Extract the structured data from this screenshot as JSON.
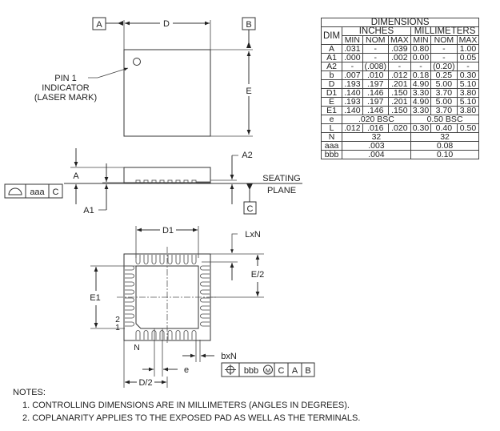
{
  "top_view": {
    "datum_a": "A",
    "datum_b": "B",
    "dim_d": "D",
    "dim_e": "E",
    "pin1_label_lines": [
      "PIN 1",
      "INDICATOR",
      "(LASER MARK)"
    ]
  },
  "side_view": {
    "dim_a": "A",
    "dim_a1": "A1",
    "dim_a2": "A2",
    "seating_plane_lines": [
      "SEATING",
      "PLANE"
    ],
    "datum_c": "C",
    "flatness_frame": {
      "symbol": "flatness-symbol",
      "tolerance": "aaa",
      "datum": "C"
    }
  },
  "bottom_view": {
    "dim_d1": "D1",
    "dim_lxn": "LxN",
    "dim_e2": "E/2",
    "dim_e1": "E1",
    "pin_label_2": "2",
    "pin_label_1": "1",
    "pin_label_n": "N",
    "dim_bxn": "bxN",
    "dim_e_pitch": "e",
    "dim_d2": "D/2",
    "position_frame": {
      "symbol": "position-symbol",
      "tolerance": "bbb",
      "modifier": "M",
      "datums": [
        "C",
        "A",
        "B"
      ]
    }
  },
  "dimensions_table": {
    "title": "DIMENSIONS",
    "col_dim": "DIM",
    "group_inches": "INCHES",
    "group_mm": "MILLIMETERS",
    "sub_headers": [
      "MIN",
      "NOM",
      "MAX",
      "MIN",
      "NOM",
      "MAX"
    ],
    "rows": [
      {
        "dim": "A",
        "in": [
          ".031",
          "-",
          ".039"
        ],
        "mm": [
          "0.80",
          "-",
          "1.00"
        ]
      },
      {
        "dim": "A1",
        "in": [
          ".000",
          "-",
          ".002"
        ],
        "mm": [
          "0.00",
          "-",
          "0.05"
        ]
      },
      {
        "dim": "A2",
        "in": [
          "-",
          "(.008)",
          "-"
        ],
        "mm": [
          "-",
          "(0.20)",
          "-"
        ]
      },
      {
        "dim": "b",
        "in": [
          ".007",
          ".010",
          ".012"
        ],
        "mm": [
          "0.18",
          "0.25",
          "0.30"
        ]
      },
      {
        "dim": "D",
        "in": [
          ".193",
          ".197",
          ".201"
        ],
        "mm": [
          "4.90",
          "5.00",
          "5.10"
        ]
      },
      {
        "dim": "D1",
        "in": [
          ".140",
          ".146",
          ".150"
        ],
        "mm": [
          "3.30",
          "3.70",
          "3.80"
        ]
      },
      {
        "dim": "E",
        "in": [
          ".193",
          ".197",
          ".201"
        ],
        "mm": [
          "4.90",
          "5.00",
          "5.10"
        ]
      },
      {
        "dim": "E1",
        "in": [
          ".140",
          ".146",
          ".150"
        ],
        "mm": [
          "3.30",
          "3.70",
          "3.80"
        ]
      }
    ],
    "span_rows": [
      {
        "dim": "e",
        "in": ".020 BSC",
        "mm": "0.50 BSC"
      },
      {
        "dim": "L",
        "in3": [
          ".012",
          ".016",
          ".020"
        ],
        "mm3": [
          "0.30",
          "0.40",
          "0.50"
        ]
      },
      {
        "dim": "N",
        "in": "32",
        "mm": "32"
      },
      {
        "dim": "aaa",
        "in": ".003",
        "mm": "0.08"
      },
      {
        "dim": "bbb",
        "in": ".004",
        "mm": "0.10"
      }
    ]
  },
  "notes": {
    "title": "NOTES:",
    "items": [
      "1. CONTROLLING DIMENSIONS ARE IN MILLIMETERS (ANGLES IN DEGREES).",
      "2. COPLANARITY APPLIES TO THE EXPOSED PAD AS WELL AS THE TERMINALS."
    ]
  }
}
